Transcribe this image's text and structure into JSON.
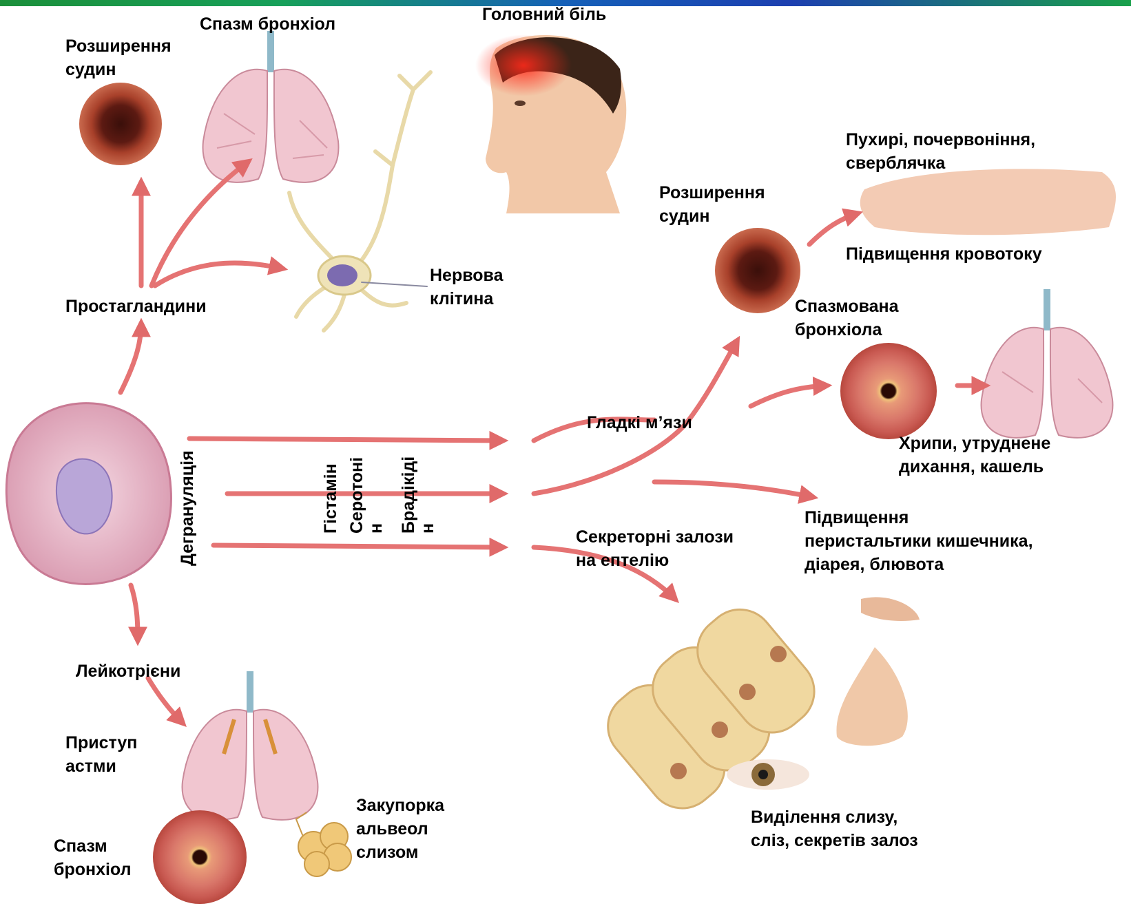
{
  "labels": {
    "spazm_bronkhiol_top": "Спазм бронхіол",
    "rozshyrennia_sudyn_left": [
      "Розширення",
      "судин"
    ],
    "holovnyi_bil": "Головний біль",
    "pukhyri": [
      "Пухирі, почервоніння,",
      "сверблячка"
    ],
    "rozshyrennia_sudyn_right": [
      "Розширення",
      "судин"
    ],
    "pidvyshchennia_krovotoku": "Підвищення кровотоку",
    "nervova_klityna": [
      "Нервова",
      "клітина"
    ],
    "prostahlandyny": "Простагландини",
    "spazmovana_bronkhiola": [
      "Спазмована",
      "бронхіола"
    ],
    "hladki_miazy": "Гладкі м’язи",
    "khrypy": [
      "Хрипи, утруднене",
      "дихання, кашель"
    ],
    "pidvyshchennia_perystaltyky": [
      "Підвищення",
      "перистальтики кишечника,",
      "діарея, блювота"
    ],
    "sekretorni_zalozy": [
      "Секреторні залози",
      "на ептелію"
    ],
    "leikotriieny": "Лейкотрієни",
    "prystup_astmy": [
      "Приступ",
      "астми"
    ],
    "zakuporka": [
      "Закупорка",
      "альвеол",
      "слизом"
    ],
    "spazm_bronkhiol_bottom": [
      "Спазм",
      "бронхіол"
    ],
    "vydilennia": [
      "Виділення слизу,",
      "сліз, секретів залоз"
    ]
  },
  "vertical_labels": {
    "dehranuliatsiia": "Дегрануляція",
    "histamin": "Гістамін",
    "serotonin": [
      "Серотоні",
      "н"
    ],
    "bradykinin": [
      "Брадікіді",
      "н"
    ]
  },
  "colors": {
    "arrow": "#e57373",
    "vessel": "#b5432d",
    "lung": "#f1c6d0",
    "skin": "#f2c8a8"
  }
}
